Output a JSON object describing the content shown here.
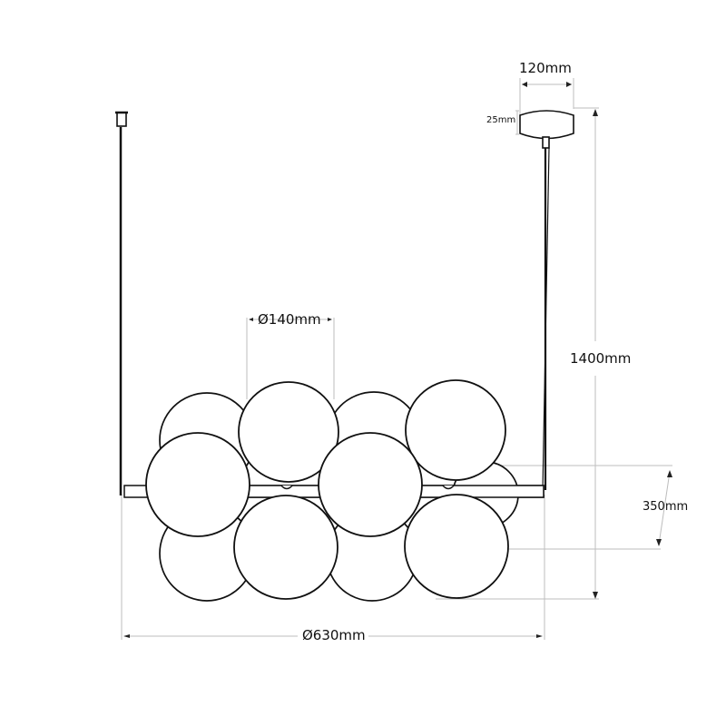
{
  "drawing": {
    "title": "Pendant lamp dimension drawing",
    "line_color": "#111111",
    "dim_line_color": "#bbbbbb"
  },
  "dimensions": {
    "canopy_diameter": "120mm",
    "canopy_height": "25mm",
    "globe_diameter": "Ø140mm",
    "total_height": "1400mm",
    "fixture_height": "350mm",
    "fixture_width": "Ø630mm"
  },
  "components": {
    "globes_count": 12,
    "canopy": "ceiling-canopy",
    "suspension_rods": 2,
    "crossbar": "horizontal-bar"
  }
}
